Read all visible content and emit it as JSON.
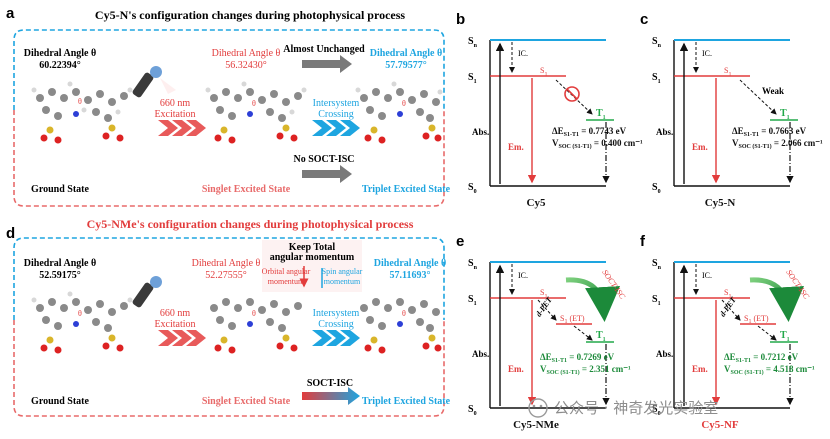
{
  "colors": {
    "blue": "#1ea5e0",
    "red": "#e23c3c",
    "green": "#22a84a",
    "gray": "#7a7a7a",
    "pink": "#e86a6a",
    "dark_green": "#1c8a3a"
  },
  "panel_a": {
    "letter": "a",
    "title": "Cy5-N's configuration changes during photophysical process",
    "angle_label_1": "Dihedral Angle θ",
    "angle_value_1": "60.22394°",
    "angle_label_2": "Dihedral Angle θ",
    "angle_value_2": "56.32430°",
    "angle_label_3": "Dihedral Angle θ",
    "angle_value_3": "57.79577°",
    "unchanged": "Almost Unchanged",
    "excitation_1": "660 nm",
    "excitation_2": "Excitation",
    "isc_1": "Intersystem",
    "isc_2": "Crossing",
    "no_socti": "No SOCT-ISC",
    "state_ground": "Ground State",
    "state_singlet": "Singlet Excited State",
    "state_triplet": "Triplet Excited State",
    "theta": "θ"
  },
  "panel_d": {
    "letter": "d",
    "title": "Cy5-NMe's configuration changes during photophysical process",
    "angle_label_1": "Dihedral Angle θ",
    "angle_value_1": "52.59175°",
    "angle_label_2": "Dihedral Angle θ",
    "angle_value_2": "52.27555°",
    "angle_label_3": "Dihedral Angle θ",
    "angle_value_3": "57.11693°",
    "keep_1": "Keep Total",
    "keep_2": "angular momentum",
    "orbital_1": "Orbital angular",
    "orbital_2": "momentum",
    "spin_1": "Spin angular",
    "spin_2": "momentum",
    "excitation_1": "660 nm",
    "excitation_2": "Excitation",
    "isc_1": "Intersystem",
    "isc_2": "Crossing",
    "socti": "SOCT-ISC",
    "state_ground": "Ground State",
    "state_singlet": "Singlet Excited State",
    "state_triplet": "Triplet Excited State",
    "theta": "θ"
  },
  "level_labels": {
    "sn": "S",
    "sn_sub": "n",
    "s1": "S",
    "s1_sub": "1",
    "s0": "S",
    "s0_sub": "0",
    "t1": "T",
    "t1_sub": "1",
    "ic": "IC.",
    "abs": "Abs.",
    "em": "Em.",
    "s1_red": "S",
    "s1_red_sub": "1",
    "et_label": "S",
    "et_sub": "1",
    "et_tail": " (ET)",
    "dpet": "d-PET",
    "socti_curve": "SOCT-ISC"
  },
  "panel_b": {
    "letter": "b",
    "name": "Cy5",
    "de": "ΔE",
    "de_sub": "S1-T1",
    "de_val": " = 0.7743 eV",
    "v": "V",
    "v_sub": "SOC (S1-T1)",
    "v_val": " = 0.400 cm⁻¹"
  },
  "panel_c": {
    "letter": "c",
    "name": "Cy5-N",
    "weak": "Weak",
    "de": "ΔE",
    "de_sub": "S1-T1",
    "de_val": " = 0.7663 eV",
    "v": "V",
    "v_sub": "SOC (S1-T1)",
    "v_val": " = 2.066 cm⁻¹"
  },
  "panel_e": {
    "letter": "e",
    "name": "Cy5-NMe",
    "de": "ΔE",
    "de_sub": "S1-T1",
    "de_val": " = 0.7269 eV",
    "v": "V",
    "v_sub": "SOC (S1-T1)",
    "v_val": " = 2.351 cm⁻¹"
  },
  "panel_f": {
    "letter": "f",
    "name": "Cy5-NF",
    "de": "ΔE",
    "de_sub": "S1-T1",
    "de_val": " = 0.7212 eV",
    "v": "V",
    "v_sub": "SOC (S1-T1)",
    "v_val": " = 4.518 cm⁻¹"
  },
  "watermark": {
    "text": "公众号 · 神奇发光实验室"
  }
}
